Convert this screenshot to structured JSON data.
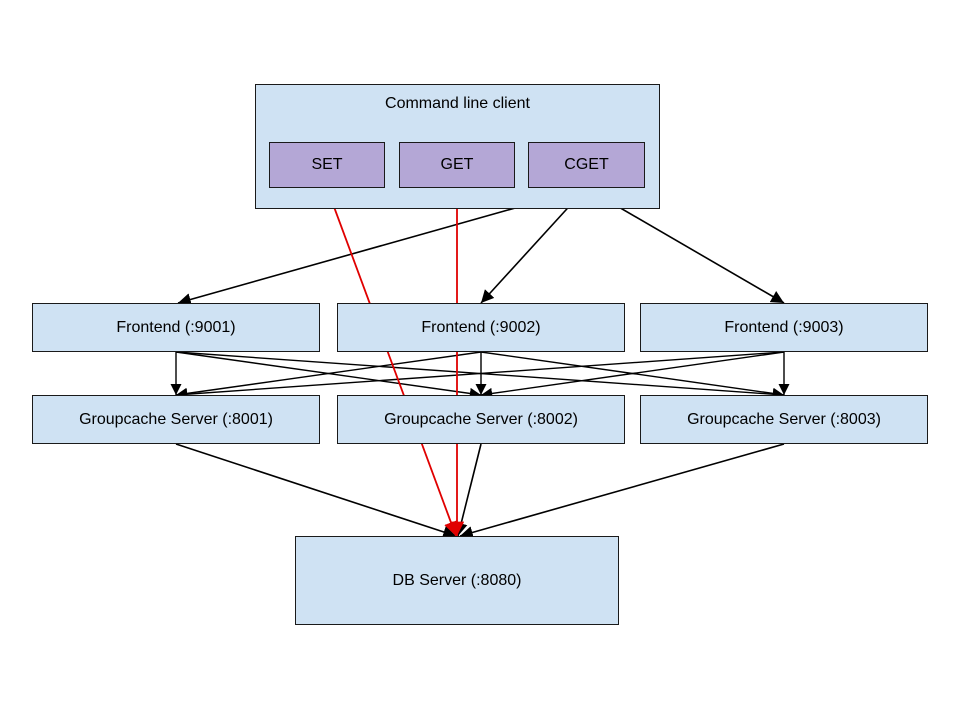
{
  "client": {
    "title": "Command line client",
    "commands": [
      "SET",
      "GET",
      "CGET"
    ]
  },
  "frontends": [
    "Frontend (:9001)",
    "Frontend (:9002)",
    "Frontend (:9003)"
  ],
  "groupcache_servers": [
    "Groupcache Server (:8001)",
    "Groupcache Server (:8002)",
    "Groupcache Server (:8003)"
  ],
  "db_server": "DB Server (:8080)",
  "colors": {
    "box_fill": "#cfe2f3",
    "command_fill": "#b4a7d6",
    "edge_black": "#000000",
    "edge_red": "#e00000"
  },
  "edges": [
    {
      "from": "CGET",
      "to": "Frontend (:9001)",
      "color": "black"
    },
    {
      "from": "CGET",
      "to": "Frontend (:9002)",
      "color": "black"
    },
    {
      "from": "CGET",
      "to": "Frontend (:9003)",
      "color": "black"
    },
    {
      "from": "SET",
      "to": "DB Server (:8080)",
      "color": "red"
    },
    {
      "from": "GET",
      "to": "DB Server (:8080)",
      "color": "red"
    },
    {
      "from": "Frontend (:9001)",
      "to": "Groupcache Server (:8001)",
      "color": "black"
    },
    {
      "from": "Frontend (:9001)",
      "to": "Groupcache Server (:8002)",
      "color": "black"
    },
    {
      "from": "Frontend (:9001)",
      "to": "Groupcache Server (:8003)",
      "color": "black"
    },
    {
      "from": "Frontend (:9002)",
      "to": "Groupcache Server (:8001)",
      "color": "black"
    },
    {
      "from": "Frontend (:9002)",
      "to": "Groupcache Server (:8002)",
      "color": "black"
    },
    {
      "from": "Frontend (:9002)",
      "to": "Groupcache Server (:8003)",
      "color": "black"
    },
    {
      "from": "Frontend (:9003)",
      "to": "Groupcache Server (:8001)",
      "color": "black"
    },
    {
      "from": "Frontend (:9003)",
      "to": "Groupcache Server (:8002)",
      "color": "black"
    },
    {
      "from": "Frontend (:9003)",
      "to": "Groupcache Server (:8003)",
      "color": "black"
    },
    {
      "from": "Groupcache Server (:8001)",
      "to": "DB Server (:8080)",
      "color": "black"
    },
    {
      "from": "Groupcache Server (:8002)",
      "to": "DB Server (:8080)",
      "color": "black"
    },
    {
      "from": "Groupcache Server (:8003)",
      "to": "DB Server (:8080)",
      "color": "black"
    }
  ]
}
